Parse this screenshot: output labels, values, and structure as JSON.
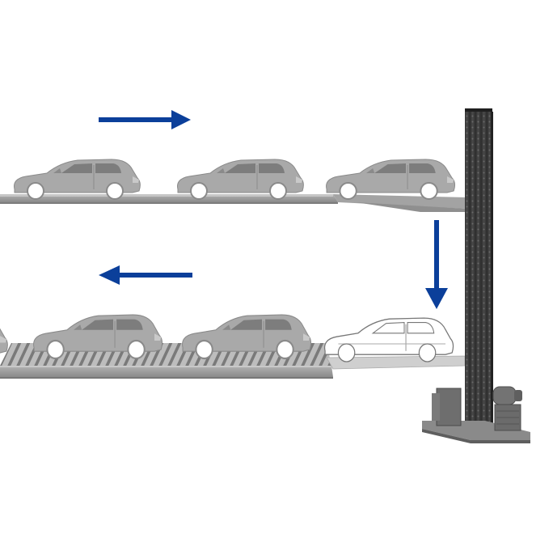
{
  "diagram": {
    "arrow_color": "#0b3f9a",
    "upper_arrow_direction": "right",
    "lower_arrow_direction": "left",
    "transfer_arrow_direction": "down",
    "upper_level_cars": 3,
    "lower_level_cars": 2,
    "transfer_car_style": "outline",
    "colors": {
      "car_body": "#a9a9a9",
      "car_dark": "#7d7d7d",
      "platform": "#9a9a9a",
      "column": "#3a3a3a",
      "machinery": "#6e6e6e"
    }
  }
}
